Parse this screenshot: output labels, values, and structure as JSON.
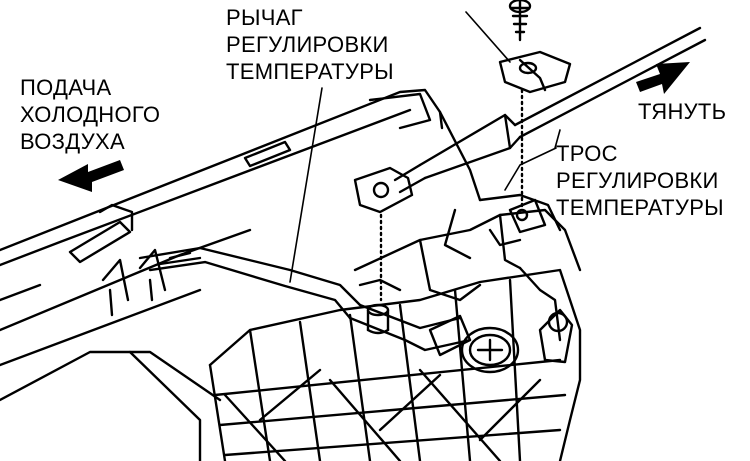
{
  "labels": {
    "lever": [
      "РЫЧАГ",
      "РЕГУЛИРОВКИ",
      "ТЕМПЕРАТУРЫ"
    ],
    "cold_air": [
      "ПОДАЧА",
      "ХОЛОДНОГО",
      "ВОЗДУХА"
    ],
    "pull": "ТЯНУТЬ",
    "cable": [
      "ТРОС",
      "РЕГУЛИРОВКИ",
      "ТЕМПЕРАТУРЫ"
    ]
  },
  "colors": {
    "ink": "#000000",
    "paper": "#ffffff",
    "hatch": "#d9d9d9"
  }
}
